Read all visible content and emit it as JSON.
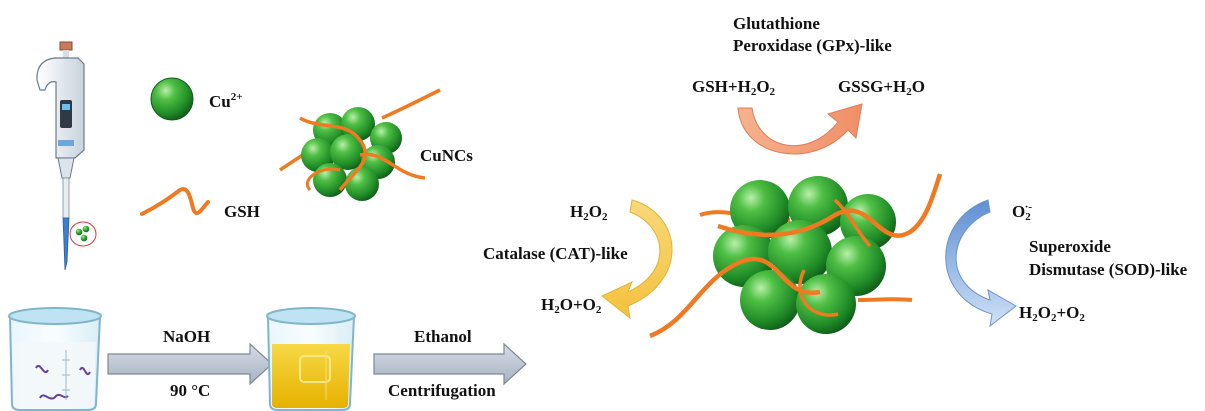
{
  "colors": {
    "sphere_green": "#2f9a2f",
    "ligand_orange": "#f07a22",
    "gpx_arrow": "#f2a27c",
    "cat_arrow": "#f7cf63",
    "sod_arrow": "#7fa9dc",
    "process_arrow": "#b9c3d1",
    "solution_yellow": "#f0c20b",
    "beaker_blue": "#bfe3f2"
  },
  "icons": [
    "pipette-icon",
    "beaker-icon",
    "copper-sphere-icon",
    "gsh-ligand-icon",
    "nanocluster-icon"
  ],
  "labels": {
    "cu_ion": {
      "base": "Cu",
      "sup": "2+"
    },
    "gsh": "GSH",
    "cuncs": "CuNCs",
    "naoh": "NaOH",
    "temperature": "90 °C",
    "ethanol": "Ethanol",
    "centrifugation": "Centrifugation"
  },
  "gpx": {
    "title_line1": "Glutathione",
    "title_line2": "Peroxidase (GPx)-like",
    "reactant": {
      "a": "GSH+H",
      "sub1": "2",
      "b": "O",
      "sub2": "2"
    },
    "product": {
      "a": "GSSG+H",
      "sub1": "2",
      "b": "O"
    }
  },
  "cat": {
    "title": "Catalase (CAT)-like",
    "reactant": {
      "a": "H",
      "sub1": "2",
      "b": "O",
      "sub2": "2"
    },
    "product": {
      "a": "H",
      "sub1": "2",
      "b": "O+O",
      "sub2": "2"
    }
  },
  "sod": {
    "title_line1": "Superoxide",
    "title_line2": "Dismutase (SOD)-like",
    "reactant": {
      "a": "O",
      "sub1": "2",
      "sup1": "·-"
    },
    "product": {
      "a": "H",
      "sub1": "2",
      "b": "O",
      "sub2": "2",
      "c": "+O",
      "sub3": "2"
    }
  }
}
